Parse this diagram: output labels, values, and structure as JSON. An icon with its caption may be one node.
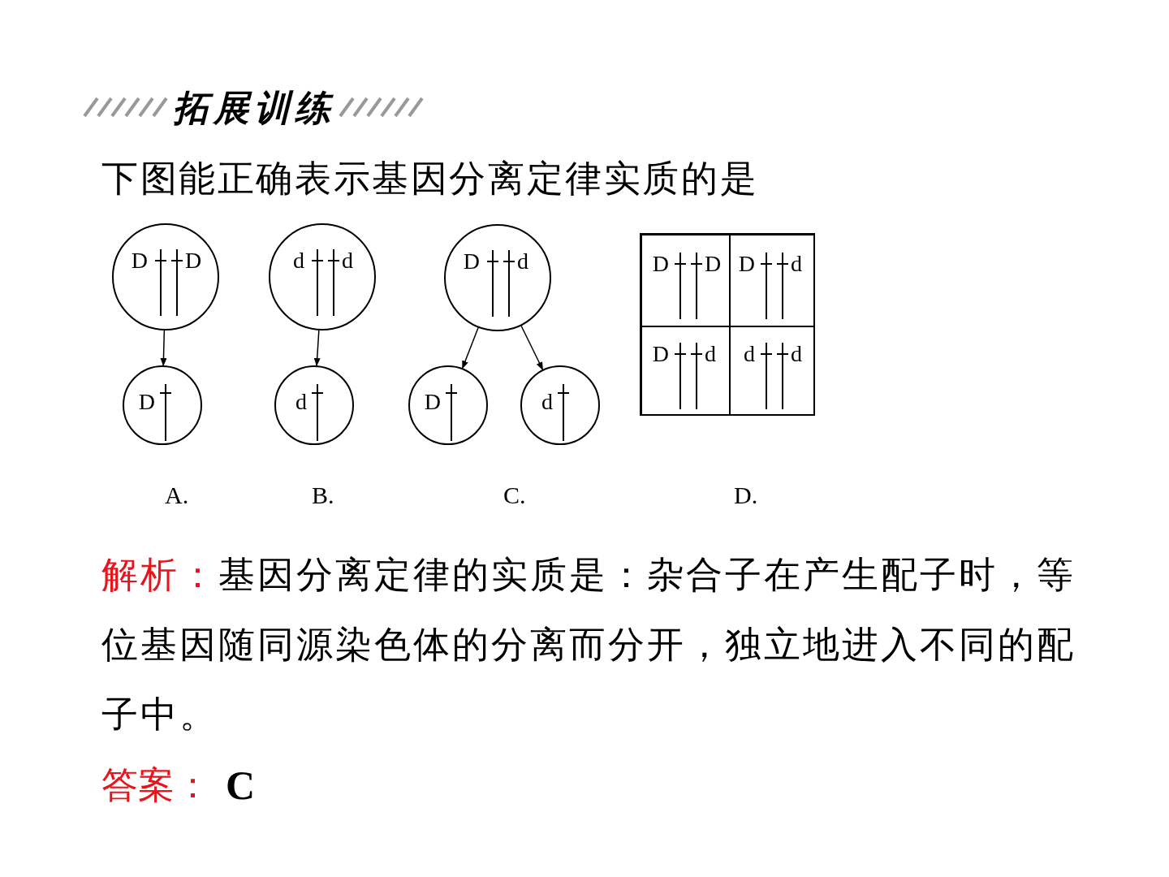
{
  "diagram": {
    "title": "拓展训练",
    "nodes": [
      {
        "text": [
          "D",
          "D"
        ]
      },
      {
        "text": [
          "D"
        ]
      },
      {
        "text": [
          "d",
          "d"
        ]
      },
      {
        "text": [
          "d"
        ]
      },
      {
        "text": [
          "D",
          "d"
        ]
      },
      {
        "text": [
          "D"
        ]
      },
      {
        "text": [
          "d"
        ]
      },
      {
        "text": [],
        "shape": "box"
      },
      {
        "text": [
          "D",
          "D"
        ],
        "in": 7
      },
      {
        "text": [
          "D",
          "d"
        ],
        "in": 7
      },
      {
        "text": [
          "D",
          "d"
        ],
        "in": 7
      },
      {
        "text": [
          "d",
          "d"
        ],
        "in": 7
      }
    ],
    "edges": [
      {
        "from": 0,
        "to": 1,
        "arrow": "to"
      },
      {
        "from": 2,
        "to": 3,
        "arrow": "to"
      },
      {
        "from": 4,
        "to": 5,
        "arrow": "to"
      },
      {
        "from": 4,
        "to": 6,
        "arrow": "to"
      }
    ],
    "labels": [
      "下图能正确表示基因分离定律实质的是",
      "A.",
      "B.",
      "C.",
      "D.",
      "解析：",
      "基因分离定律的实质是：杂合子在产生配子时，等位基因随同源染色体的分离而分开，独立地进入不同的配子中。",
      "答案：",
      "C"
    ]
  }
}
